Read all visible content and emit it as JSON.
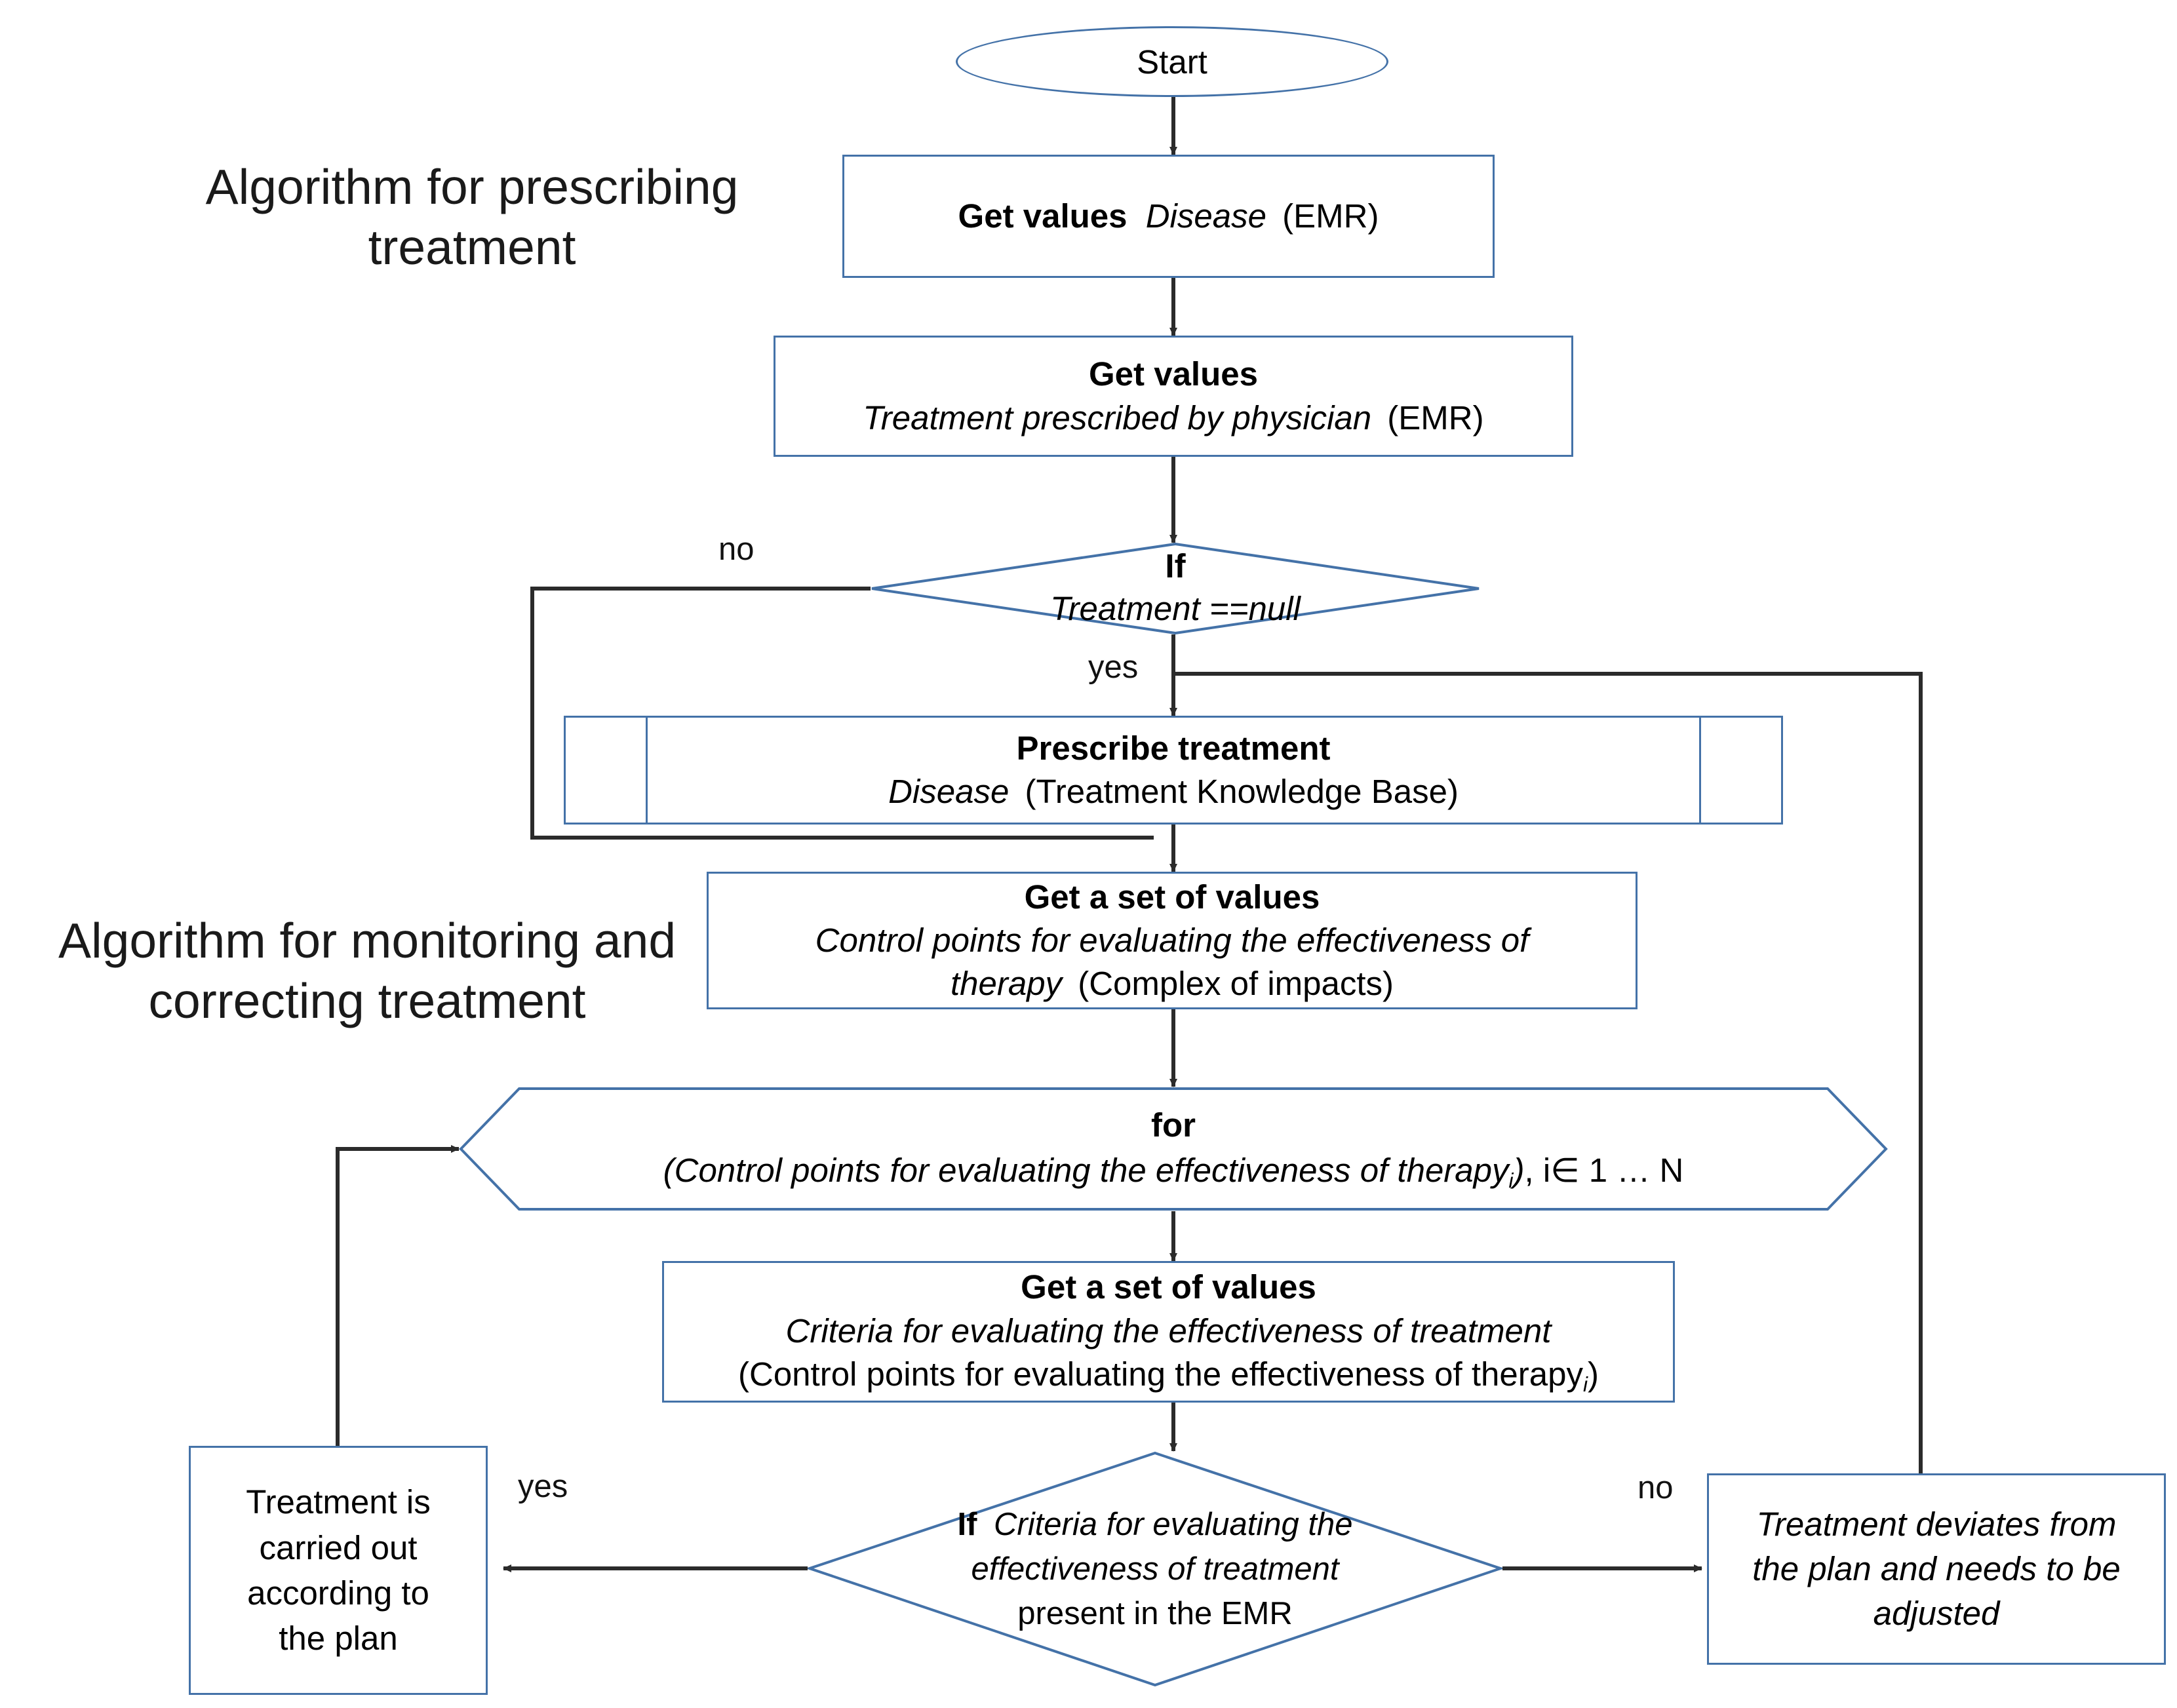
{
  "diagram": {
    "title": "Algorithm for prescribing and monitoring treatment",
    "accent_color": "#4472a8",
    "line_color": "#333333",
    "background": "#ffffff"
  },
  "section_titles": {
    "prescribing": "Algorithm for prescribing\ntreatment",
    "prescribing_line1": "Algorithm for prescribing",
    "prescribing_line2": "treatment",
    "monitoring_line1": "Algorithm for monitoring and",
    "monitoring_line2": "correcting treatment"
  },
  "nodes": {
    "start": {
      "label": "Start",
      "shape": "terminator"
    },
    "get_disease": {
      "shape": "process",
      "bold": "Get values",
      "italic": "Disease",
      "plain": "(EMR)"
    },
    "get_treatment_prescribed": {
      "shape": "process",
      "line1_bold": "Get values",
      "line2_italic": "Treatment prescribed by physician",
      "line2_plain": "(EMR)"
    },
    "if_treatment_null": {
      "shape": "decision",
      "line1_bold": "If",
      "line2_italic": "Treatment ==null"
    },
    "prescribe_treatment": {
      "shape": "predefined-process",
      "line1_bold": "Prescribe treatment",
      "line2_italic": "Disease",
      "line2_plain": "(Treatment Knowledge Base)"
    },
    "get_control_points": {
      "shape": "process",
      "line1_bold": "Get a set of values",
      "line2_italic": "Control points for evaluating the effectiveness of",
      "line3_italic": "therapy",
      "line3_plain": "(Complex of impacts)"
    },
    "for_loop": {
      "shape": "preparation",
      "line1_bold": "for",
      "line2_italic_a": "(Control points for evaluating the effectiveness of therapy",
      "line2_sub": "i",
      "line2_italic_b": ")",
      "line2_plain": ", i∈ 1 … N"
    },
    "get_criteria": {
      "shape": "process",
      "line1_bold": "Get a set of values",
      "line2_italic": "Criteria for evaluating the effectiveness of treatment",
      "line3_plain_a": "(Control points for evaluating the effectiveness of therapy",
      "line3_sub": "i",
      "line3_plain_b": ")"
    },
    "if_criteria_present": {
      "shape": "decision",
      "line1_bold": "If",
      "line1_italic": "Criteria for evaluating the",
      "line2_italic": "effectiveness of treatment",
      "line3_plain": "present in the EMR"
    },
    "treatment_ok": {
      "shape": "process",
      "line1": "Treatment is",
      "line2": "carried out",
      "line3": "according to",
      "line4": "the plan"
    },
    "treatment_deviates": {
      "shape": "process",
      "line1_italic": "Treatment deviates from",
      "line2_italic": "the plan and needs to be",
      "line3_italic": "adjusted"
    }
  },
  "edge_labels": {
    "null_no": "no",
    "null_yes": "yes",
    "criteria_yes": "yes",
    "criteria_no": "no"
  }
}
